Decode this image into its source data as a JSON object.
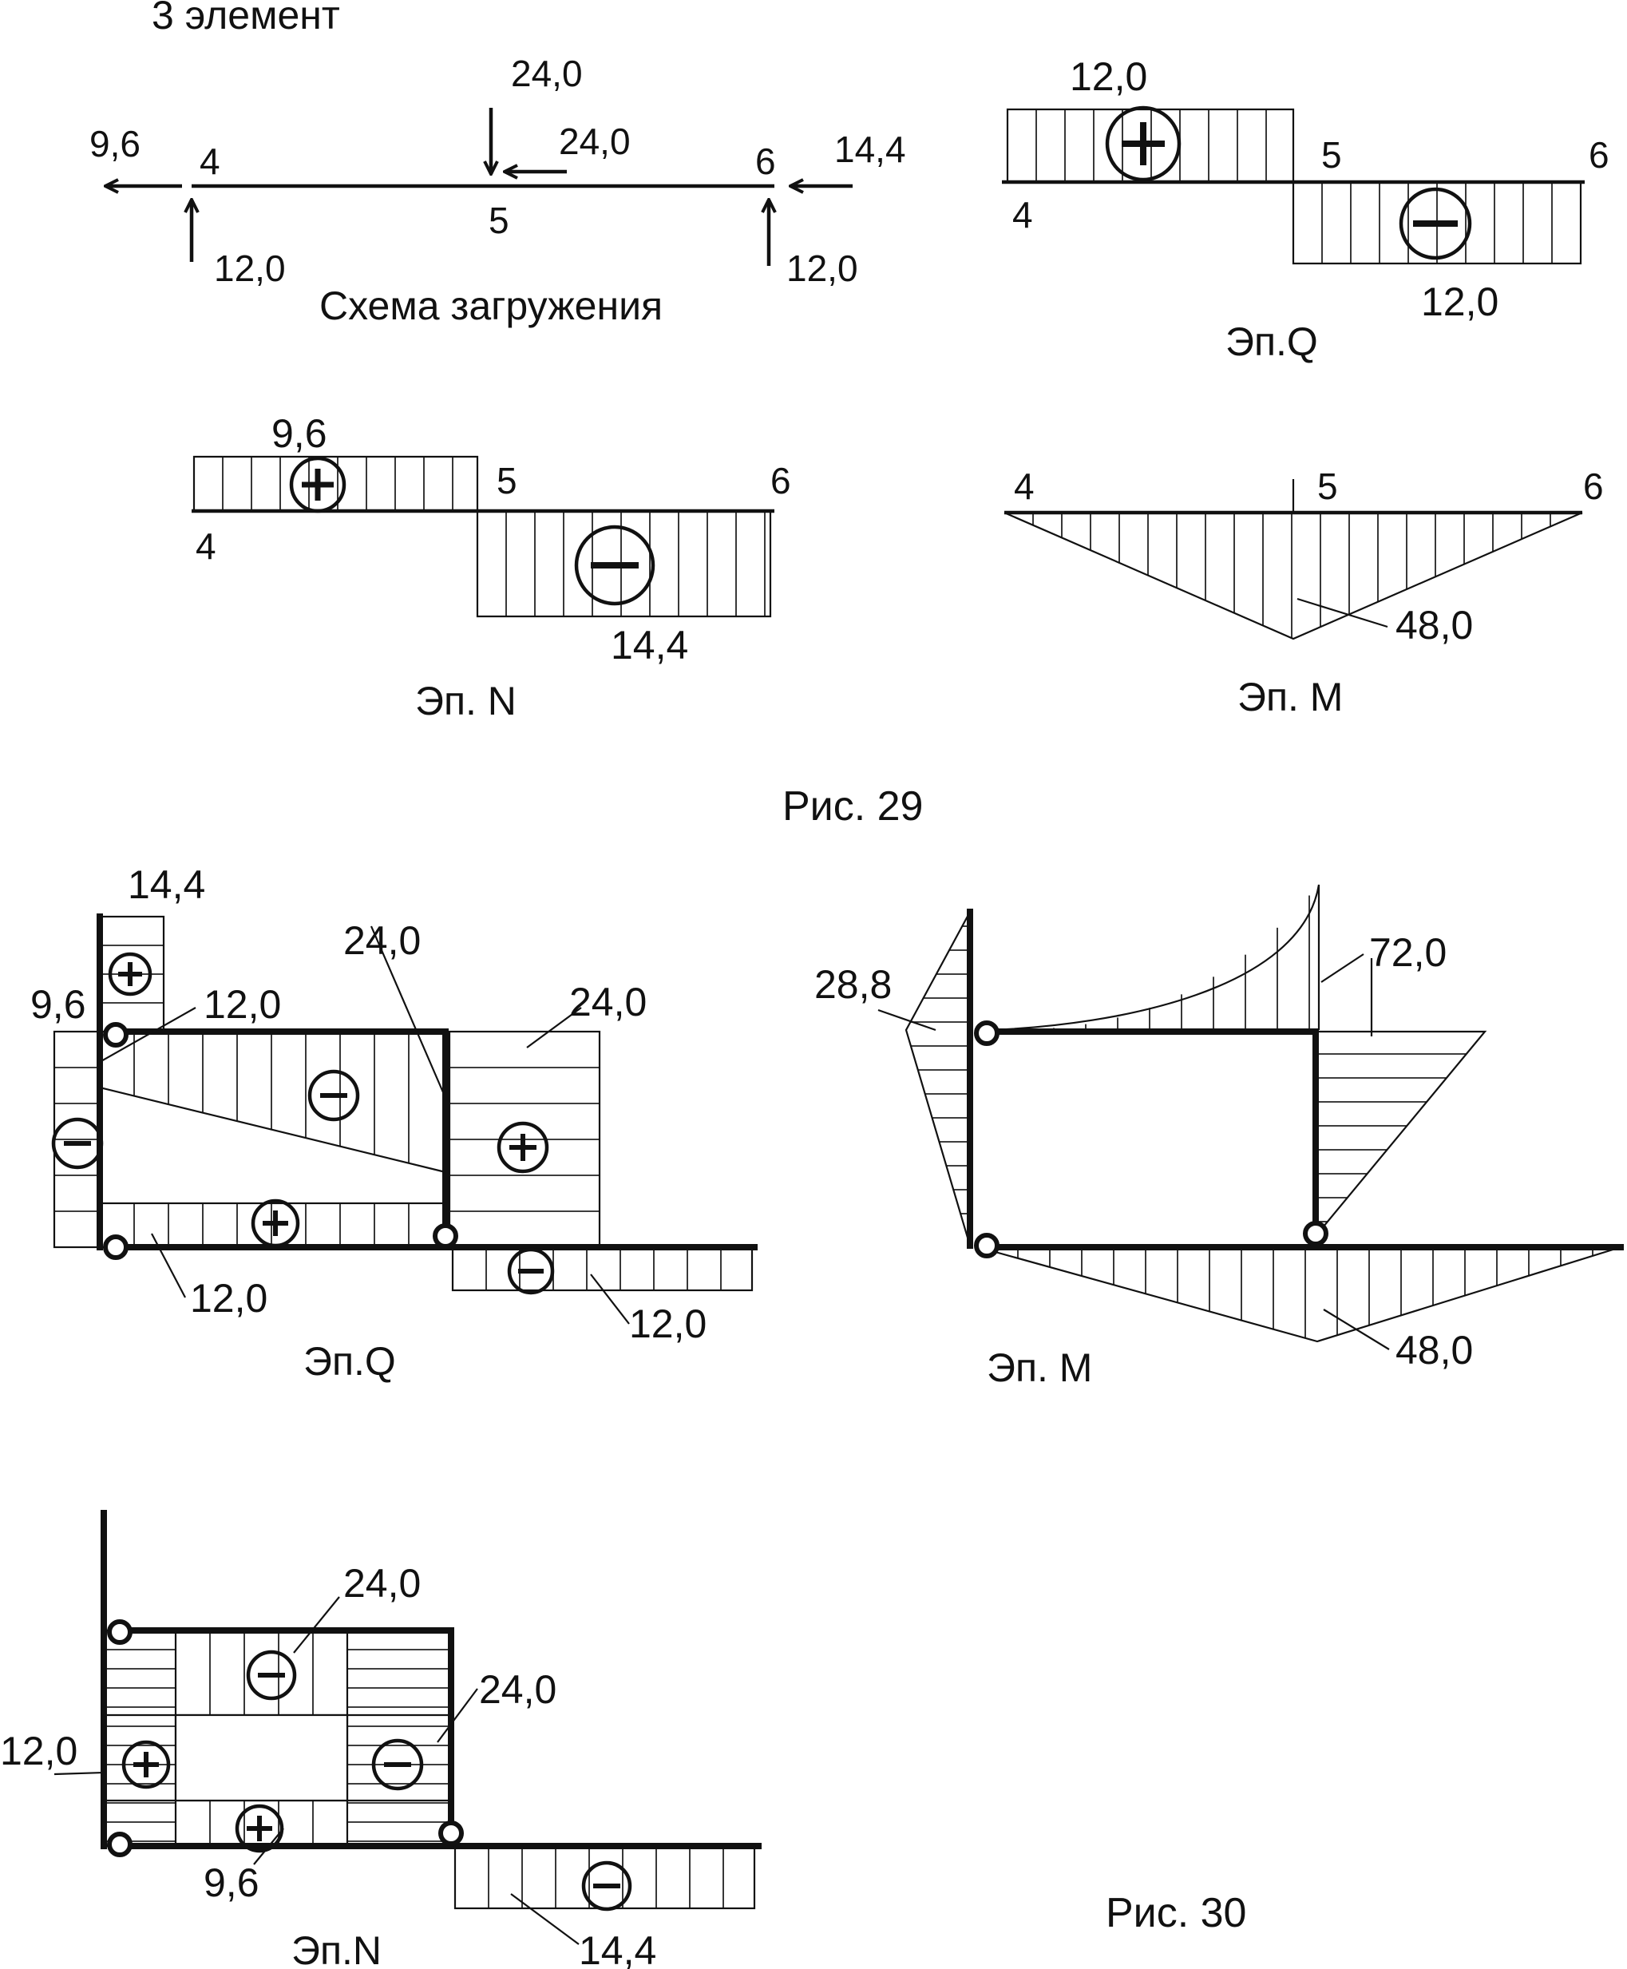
{
  "fig29": {
    "element_title": "3 элемент",
    "loading_scheme": {
      "caption": "Схема загружения",
      "nodes": [
        "4",
        "5",
        "6"
      ],
      "force_left_axial": "9,6",
      "force_left_vertical": "12,0",
      "force_mid_vertical": "24,0",
      "force_mid_axial": "24,0",
      "force_right_axial": "14,4",
      "force_right_vertical": "12,0"
    },
    "diagram_q": {
      "caption": "Эп.Q",
      "nodes": [
        "4",
        "5",
        "6"
      ],
      "pos_value": "12,0",
      "neg_value": "12,0"
    },
    "diagram_n": {
      "caption": "Эп. N",
      "nodes": [
        "4",
        "5",
        "6"
      ],
      "pos_value": "9,6",
      "neg_value": "14,4"
    },
    "diagram_m": {
      "caption": "Эп. M",
      "nodes": [
        "4",
        "5",
        "6"
      ],
      "max_value": "48,0"
    },
    "figure_caption": "Рис. 29"
  },
  "fig30": {
    "diagram_q": {
      "caption": "Эп.Q",
      "labels": {
        "col_top": "14,4",
        "col_left": "9,6",
        "beam_top_left": "12,0",
        "beam_slope": "24,0",
        "right_post": "24,0",
        "beam_bottom": "12,0",
        "right_span": "12,0"
      }
    },
    "diagram_m": {
      "caption": "Эп. M",
      "labels": {
        "left": "28,8",
        "top_right": "72,0",
        "bottom": "48,0"
      }
    },
    "diagram_n": {
      "caption": "Эп.N",
      "labels": {
        "top": "24,0",
        "right_post": "24,0",
        "left": "12,0",
        "bottom": "9,6",
        "right_span": "14,4"
      }
    },
    "figure_caption": "Рис. 30"
  }
}
